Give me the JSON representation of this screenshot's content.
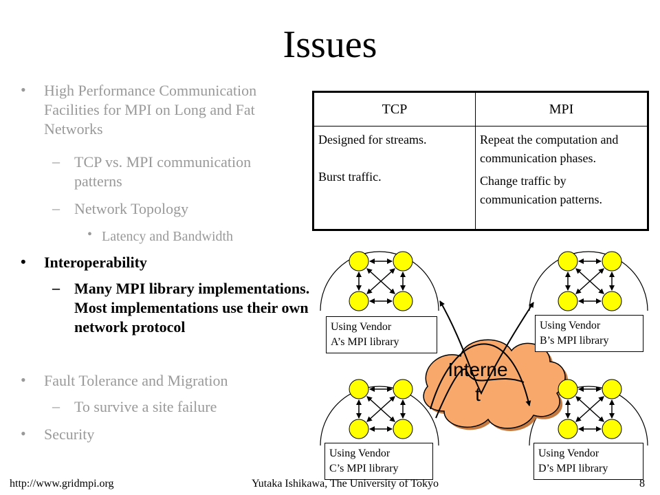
{
  "title": "Issues",
  "bullets": [
    {
      "level": 1,
      "marker": "•",
      "text": "High Performance Communication Facilities for MPI on Long and Fat Networks"
    },
    {
      "level": 2,
      "marker": "–",
      "text": "TCP vs. MPI communication patterns"
    },
    {
      "level": 2,
      "marker": "–",
      "text": "Network Topology"
    },
    {
      "level": 3,
      "marker": "•",
      "text": "Latency and Bandwidth"
    },
    {
      "level": 1,
      "marker": "•",
      "text": "Interoperability"
    },
    {
      "level": 2,
      "marker": "–",
      "text": "Many MPI library implementations. Most implementations use their own network protocol"
    },
    {
      "level": 1,
      "marker": "•",
      "text": "Fault Tolerance and Migration"
    },
    {
      "level": 2,
      "marker": "–",
      "text": "To survive a site failure"
    },
    {
      "level": 1,
      "marker": "•",
      "text": "Security"
    }
  ],
  "table": {
    "headers": [
      "TCP",
      "MPI"
    ],
    "tcp_lines": [
      "Designed for streams.",
      "Burst traffic."
    ],
    "mpi_lines": [
      "Repeat the computation and communication phases.",
      "Change traffic by communication patterns."
    ]
  },
  "diagram": {
    "cloud_label": "Internet",
    "sites": [
      {
        "label_line1": "Using Vendor",
        "label_line2": "A’s MPI library"
      },
      {
        "label_line1": "Using Vendor",
        "label_line2": "B’s MPI library"
      },
      {
        "label_line1": "Using Vendor",
        "label_line2": "C’s MPI library"
      },
      {
        "label_line1": "Using Vendor",
        "label_line2": "D’s MPI library"
      }
    ],
    "node_color": "#ffff00",
    "cloud_color": "#f7a86a"
  },
  "footer": {
    "url": "http://www.gridmpi.org",
    "author": "Yutaka Ishikawa, The University of Tokyo",
    "page": "8"
  }
}
